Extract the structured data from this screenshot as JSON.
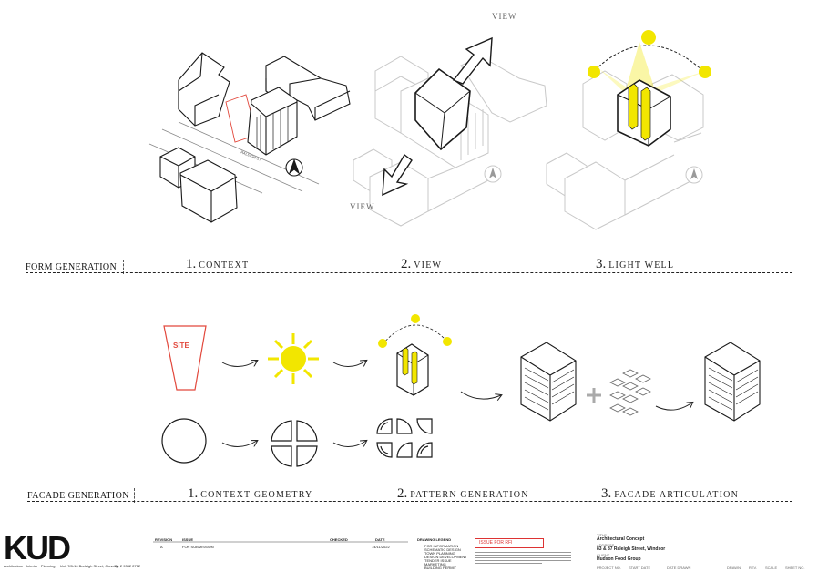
{
  "form_generation": {
    "title": "FORM GENERATION",
    "steps": [
      {
        "num": "1.",
        "label": "CONTEXT"
      },
      {
        "num": "2.",
        "label": "VIEW"
      },
      {
        "num": "3.",
        "label": "LIGHT WELL"
      }
    ],
    "street_label": "RALEIGH ST",
    "view_label": "VIEW"
  },
  "facade_generation": {
    "title": "FACADE GENERATION",
    "steps": [
      {
        "num": "1.",
        "label": "CONTEXT GEOMETRY"
      },
      {
        "num": "2.",
        "label": "PATTERN GENERATION"
      },
      {
        "num": "3.",
        "label": "FACADE ARTICULATION"
      }
    ],
    "site_label": "SITE"
  },
  "colors": {
    "sun": "#f2e600",
    "site_red": "#e2483c",
    "line": "#1a1a1a",
    "ghost": "#c8c8c8"
  },
  "title_block": {
    "logo": "KUD",
    "company_line": "Architecture · Interior · Planning",
    "address_line": "Unit 7/8-10 Burleigh Street, Clovelly",
    "phone_line": "+61 2 9332 2712",
    "revision_header": "REVISION",
    "issue_header": "ISSUE",
    "checked_header": "CHECKED",
    "date_header": "DATE",
    "revision": "A",
    "issue": "FOR SUBMISSION",
    "date": "14/11/2022",
    "legend_title": "DRAWING LEGEND",
    "legend_items": [
      "FOR INFORMATION",
      "SCHEMATIC DESIGN",
      "TOWN PLANNING",
      "DESIGN DEVELOPMENT",
      "TENDER ISSUE",
      "MARKETING",
      "BUILDING PERMIT"
    ],
    "issue_stamp": "ISSUE FOR RFI",
    "title_label": "TITLE",
    "title": "Architectural Concept",
    "address_label": "ADDRESS",
    "address": "83 & 87 Raleigh Street, Windsor",
    "client_label": "CLIENT",
    "client": "Hudson Food Group",
    "footer_fields": [
      "PROJECT NO.",
      "START DATE",
      "DATE DRAWN",
      "DRAWN",
      "REV.",
      "SCALE",
      "SHEET NO."
    ]
  }
}
